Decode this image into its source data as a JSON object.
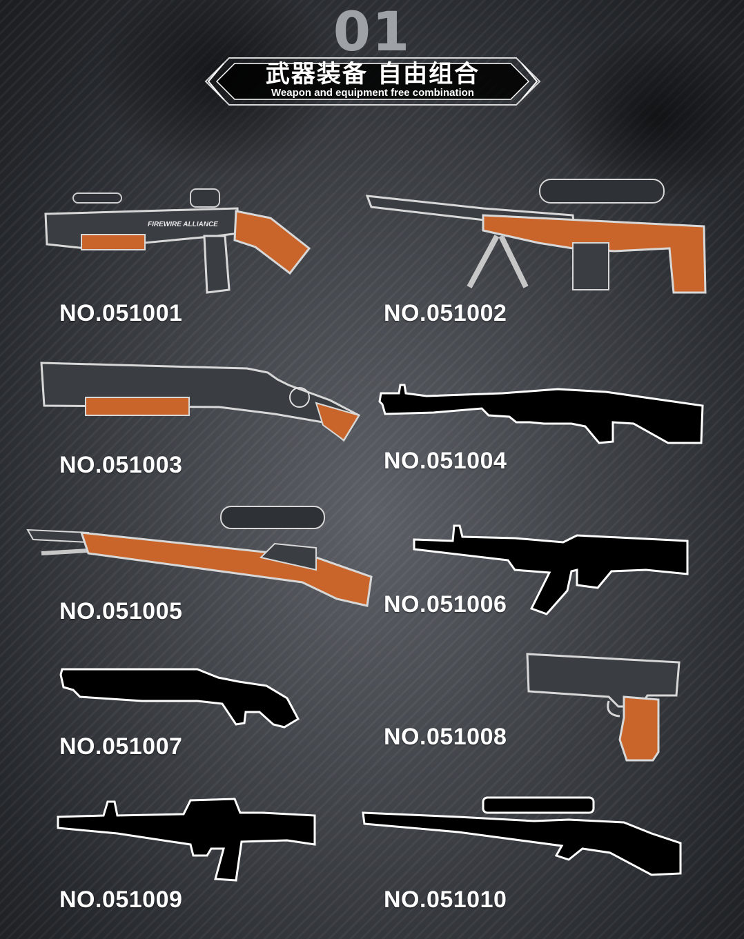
{
  "header": {
    "number": "01",
    "title_cn": "武器装备 自由组合",
    "title_en": "Weapon and equipment free combination"
  },
  "colors": {
    "accent_orange": "#c9652a",
    "brick_dark": "#3c3f44",
    "silhouette": "#000000",
    "outline": "#ffffff",
    "label_text": "#ffffff"
  },
  "brand_marking": "FIREWIRE ALLIANCE",
  "products": [
    {
      "label": "NO.051001",
      "icon": "shotgun-scoped-brick-icon",
      "style": "brick"
    },
    {
      "label": "NO.051002",
      "icon": "sniper-rifle-bipod-brick-icon",
      "style": "brick"
    },
    {
      "label": "NO.051003",
      "icon": "pump-shotgun-brick-icon",
      "style": "brick"
    },
    {
      "label": "NO.051004",
      "icon": "machine-gun-silhouette-icon",
      "style": "silhouette"
    },
    {
      "label": "NO.051005",
      "icon": "bolt-action-rifle-brick-icon",
      "style": "brick"
    },
    {
      "label": "NO.051006",
      "icon": "submachine-gun-silhouette-icon",
      "style": "silhouette"
    },
    {
      "label": "NO.051007",
      "icon": "sawed-off-shotgun-silhouette-icon",
      "style": "silhouette"
    },
    {
      "label": "NO.051008",
      "icon": "pistol-brick-icon",
      "style": "brick"
    },
    {
      "label": "NO.051009",
      "icon": "assault-rifle-silhouette-icon",
      "style": "silhouette"
    },
    {
      "label": "NO.051010",
      "icon": "scoped-rifle-silhouette-icon",
      "style": "silhouette"
    }
  ]
}
